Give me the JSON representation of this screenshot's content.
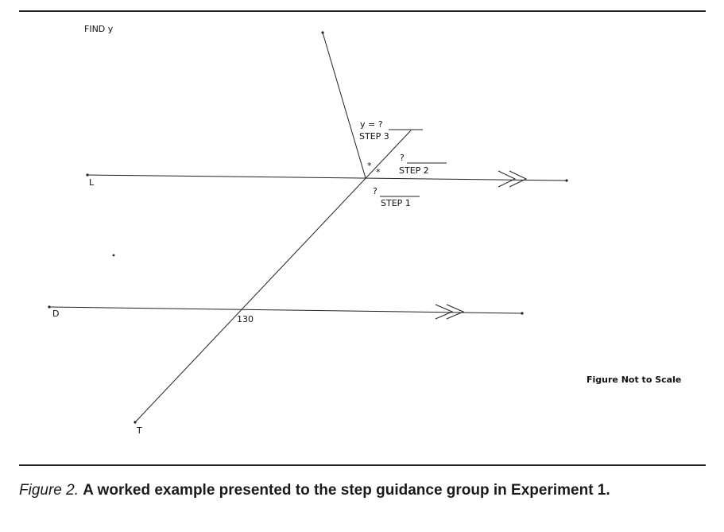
{
  "figure": {
    "prompt": "FIND y",
    "step3_expr": "y = ?",
    "step3_label": "STEP 3",
    "step2_expr": "?",
    "step2_label": "STEP 2",
    "step1_expr": "?",
    "step1_label": "STEP 1",
    "marker_a": "*",
    "marker_b": "*",
    "label_L": "L",
    "label_D": "D",
    "label_T": "T",
    "angle_value": "130",
    "note": "Figure Not to Scale"
  },
  "caption": {
    "label": "Figure 2.",
    "text": "A worked example presented to the step guidance group in Experiment 1."
  }
}
